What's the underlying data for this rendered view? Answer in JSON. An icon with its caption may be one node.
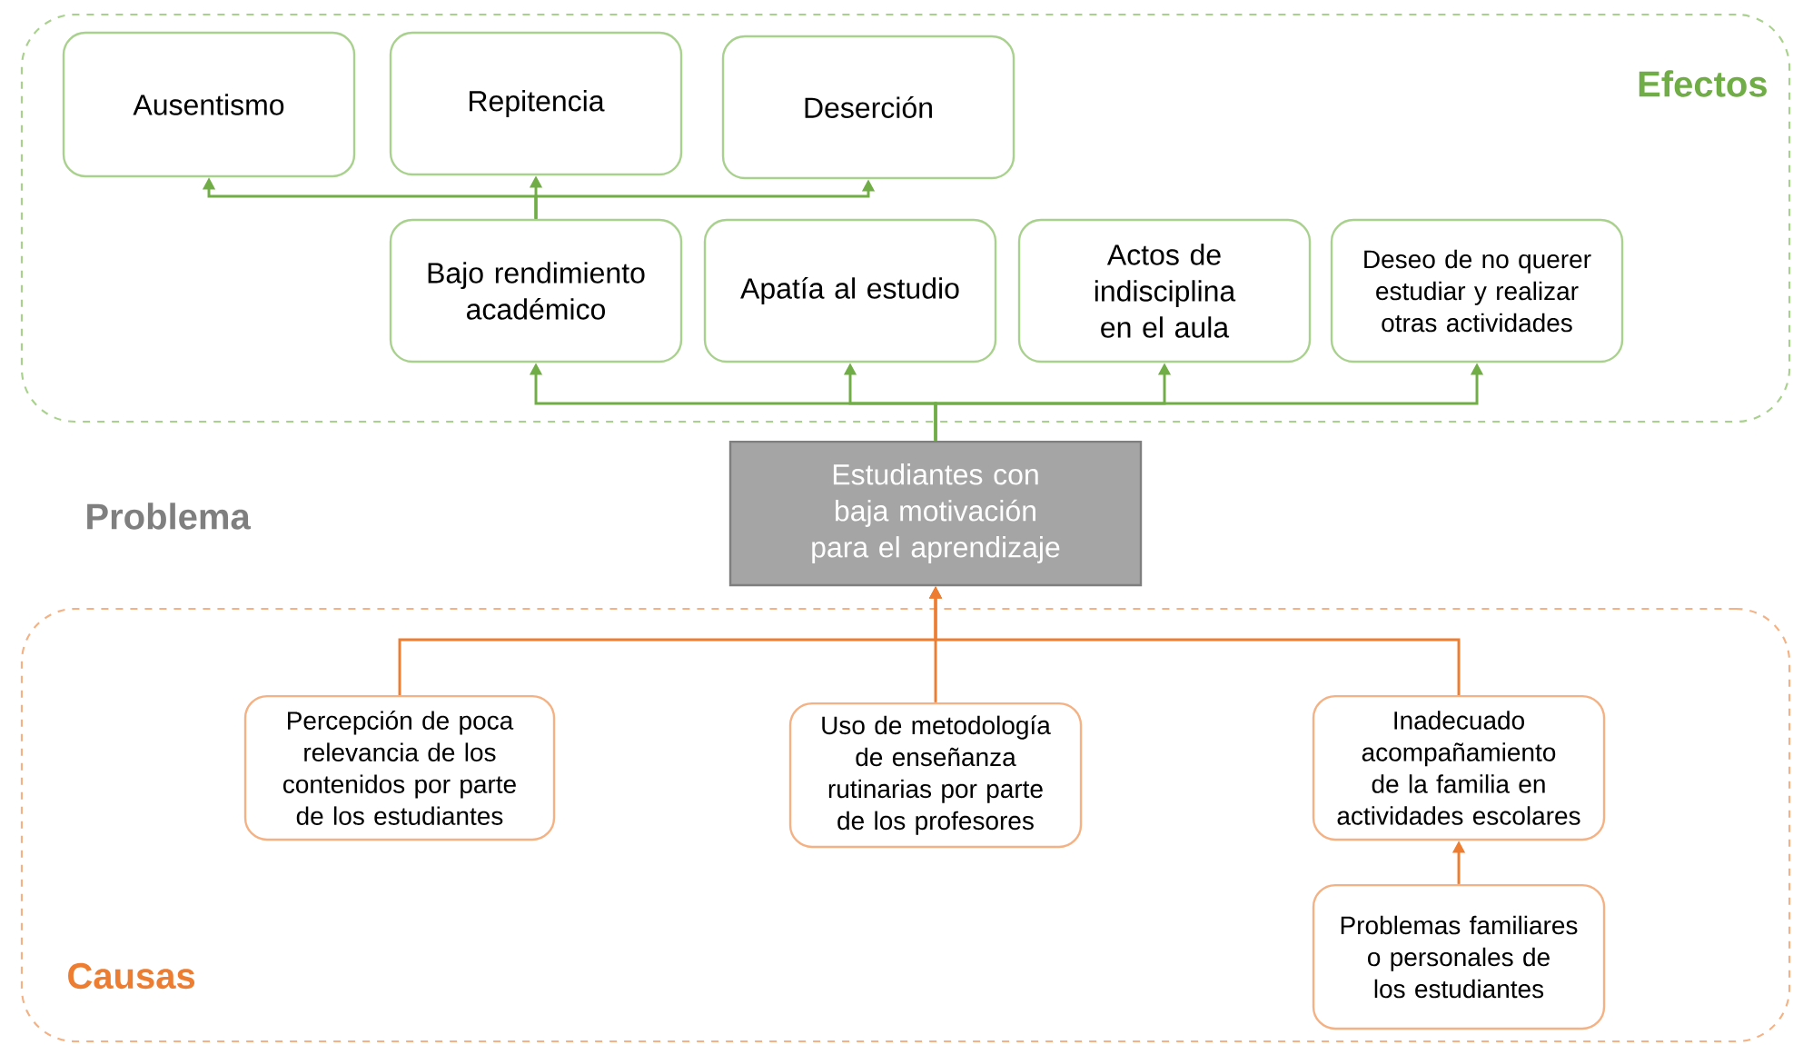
{
  "diagram": {
    "nodes": [
      {
        "text": [
          "Efectos"
        ]
      },
      {
        "text": [
          "Ausentismo"
        ],
        "in": 0
      },
      {
        "text": [
          "Repitencia"
        ],
        "in": 0
      },
      {
        "text": [
          "Deserción"
        ],
        "in": 0
      },
      {
        "text": [
          "Bajo rendimiento académico"
        ],
        "in": 0
      },
      {
        "text": [
          "Apatía al estudio"
        ],
        "in": 0
      },
      {
        "text": [
          "Actos de indisciplina en el aula"
        ],
        "in": 0
      },
      {
        "text": [
          "Deseo de no querer estudiar y realizar otras actividades"
        ],
        "in": 0
      },
      {
        "text": [
          "Estudiantes con baja motivación para el aprendizaje"
        ]
      },
      {
        "text": [
          "Causas"
        ]
      },
      {
        "text": [
          "Percepción de poca relevancia de los contenidos por parte de los estudiantes"
        ],
        "in": 9
      },
      {
        "text": [
          "Uso de metodología de enseñanza rutinarias por parte de los profesores"
        ],
        "in": 9
      },
      {
        "text": [
          "Inadecuado acompañamiento de la familia en actividades escolares"
        ],
        "in": 9
      },
      {
        "text": [
          "Problemas familiares o personales de los estudiantes"
        ],
        "in": 9
      }
    ],
    "edges": [
      {
        "from": 4,
        "to": 1,
        "arrow": "to"
      },
      {
        "from": 4,
        "to": 2,
        "arrow": "to"
      },
      {
        "from": 4,
        "to": 3,
        "arrow": "to"
      },
      {
        "from": 8,
        "to": 4,
        "arrow": "to"
      },
      {
        "from": 8,
        "to": 5,
        "arrow": "to"
      },
      {
        "from": 8,
        "to": 6,
        "arrow": "to"
      },
      {
        "from": 8,
        "to": 7,
        "arrow": "to"
      },
      {
        "from": 10,
        "to": 8,
        "arrow": "to",
        "color": "#ed7d31"
      },
      {
        "from": 11,
        "to": 8,
        "arrow": "to",
        "color": "#ed7d31"
      },
      {
        "from": 12,
        "to": 8,
        "arrow": "to",
        "color": "#ed7d31"
      },
      {
        "from": 13,
        "to": 12,
        "arrow": "to",
        "color": "#ed7d31"
      }
    ],
    "labels": [
      "Problema"
    ]
  }
}
